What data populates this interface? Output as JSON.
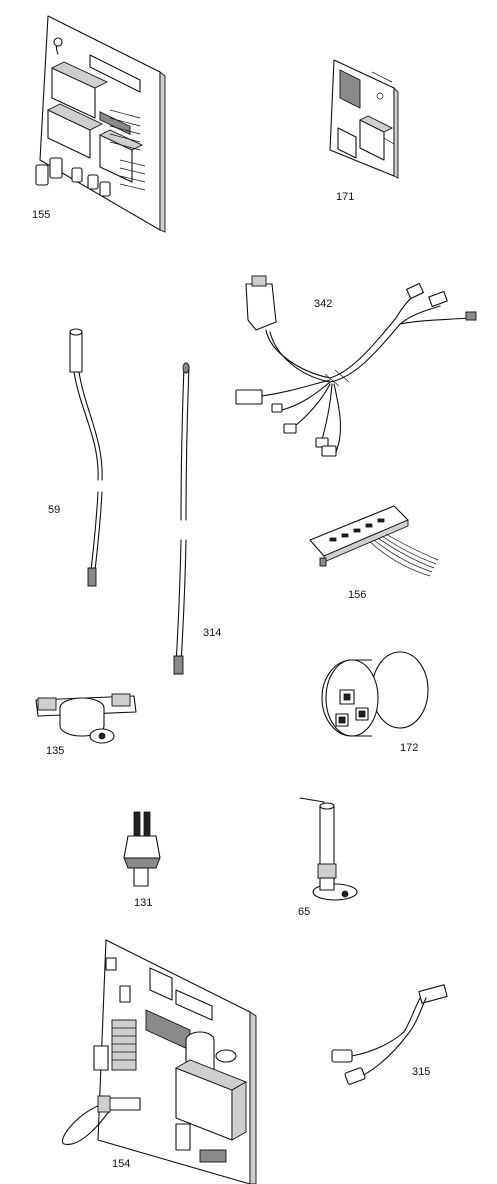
{
  "parts": [
    {
      "id": "155",
      "label": "155",
      "icon": "pcb-board-icon"
    },
    {
      "id": "171",
      "label": "171",
      "icon": "pcb-board-icon"
    },
    {
      "id": "342",
      "label": "342",
      "icon": "wiring-harness-icon"
    },
    {
      "id": "59",
      "label": "59",
      "icon": "temperature-sensor-probe-icon"
    },
    {
      "id": "314",
      "label": "314",
      "icon": "temperature-sensor-probe-icon"
    },
    {
      "id": "156",
      "label": "156",
      "icon": "display-board-icon"
    },
    {
      "id": "135",
      "label": "135",
      "icon": "thermostat-switch-icon"
    },
    {
      "id": "172",
      "label": "172",
      "icon": "solenoid-coil-icon"
    },
    {
      "id": "131",
      "label": "131",
      "icon": "ntc-sensor-icon"
    },
    {
      "id": "65",
      "label": "65",
      "icon": "ignition-electrode-icon"
    },
    {
      "id": "154",
      "label": "154",
      "icon": "main-pcb-icon"
    },
    {
      "id": "315",
      "label": "315",
      "icon": "sensor-lead-icon"
    }
  ]
}
